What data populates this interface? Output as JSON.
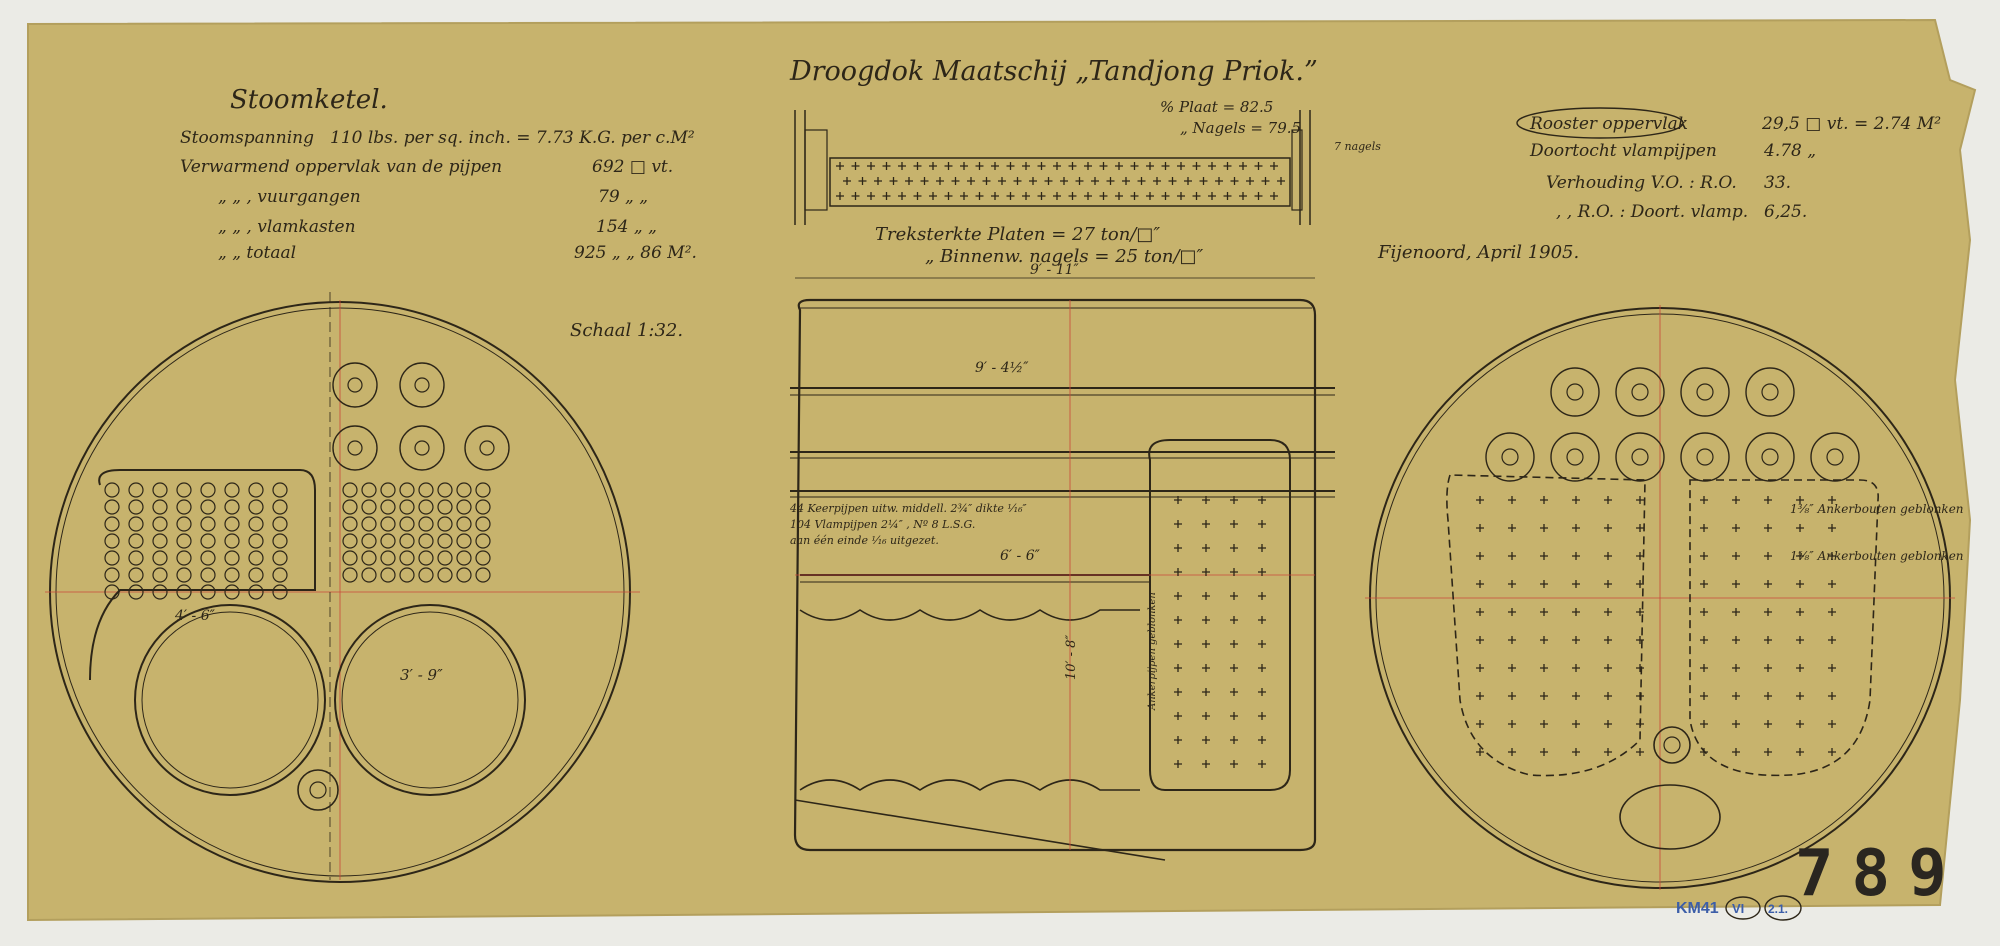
{
  "drawing": {
    "title": "Droogdok Maatschij „Tandjong Priok.”",
    "subtitle": "Stoomketel.",
    "scale": "Schaal 1:32.",
    "place_date": "Fijenoord, April 1905.",
    "sheet_number": "789",
    "archive_ref": "KM41",
    "archive_ref_circled_1": "VI",
    "archive_ref_circled_2": "2.1."
  },
  "specs_left": [
    {
      "label": "Stoomspanning",
      "value": "110 lbs. per sq. inch. = 7.73 K.G. per c.M²"
    },
    {
      "label": "Verwarmend oppervlak van de pijpen",
      "value": "692 □ vt."
    },
    {
      "label": "„ „ , vuurgangen",
      "value": "79 „ „"
    },
    {
      "label": "„ „ , vlamkasten",
      "value": "154 „ „"
    },
    {
      "label": "„ „ totaal",
      "value": "925 „ „ 86 M²."
    }
  ],
  "specs_right": [
    {
      "label": "Rooster oppervlak",
      "value": "29,5 □ vt. = 2.74 M²"
    },
    {
      "label": "Doortocht vlampijpen",
      "value": "4.78 „"
    },
    {
      "label": "Verhouding V.O. : R.O.",
      "value": "33."
    },
    {
      "label": ", , R.O. : Doort. vlamp.",
      "value": "6,25."
    }
  ],
  "plate": {
    "plate_percent": "% Plaat = 82.5",
    "rivet_percent": "„ Nagels = 79.5",
    "rivets_label": "7 nagels",
    "strength_plates": "Treksterkte Platen = 27 ton/□″",
    "strength_rivets": "„ Binnenw. nagels = 25 ton/□″"
  },
  "dimensions": {
    "overall_length": "9′ - 11″",
    "inner_length": "9′ - 4½″",
    "tube_length": "6′ - 6″",
    "furnace_dia": "3′ - 9″",
    "furnace_dia_left": "4′ - 6″",
    "center_height": "10′ - 8″",
    "tube_note_1": "44 Keerpijpen uitw. middell. 2¾″ dikte ¹⁄₁₆″",
    "tube_note_2": "104 Vlampijpen 2¼″ , Nº 8 L.S.G.",
    "tube_note_3": "aan één einde ¹⁄₁₆ uitgezet.",
    "stay_note_left": "1⅜″ Ankerbouten geblonken",
    "stay_note_right": "1⅝″ Ankerbouten geblonken",
    "side_note": "Ankerpijpen geblonken"
  },
  "colors": {
    "paper": "#c7b36d",
    "ink": "#2d2618",
    "red_line": "#c8483a",
    "archive_blue": "#3c5ea8"
  }
}
